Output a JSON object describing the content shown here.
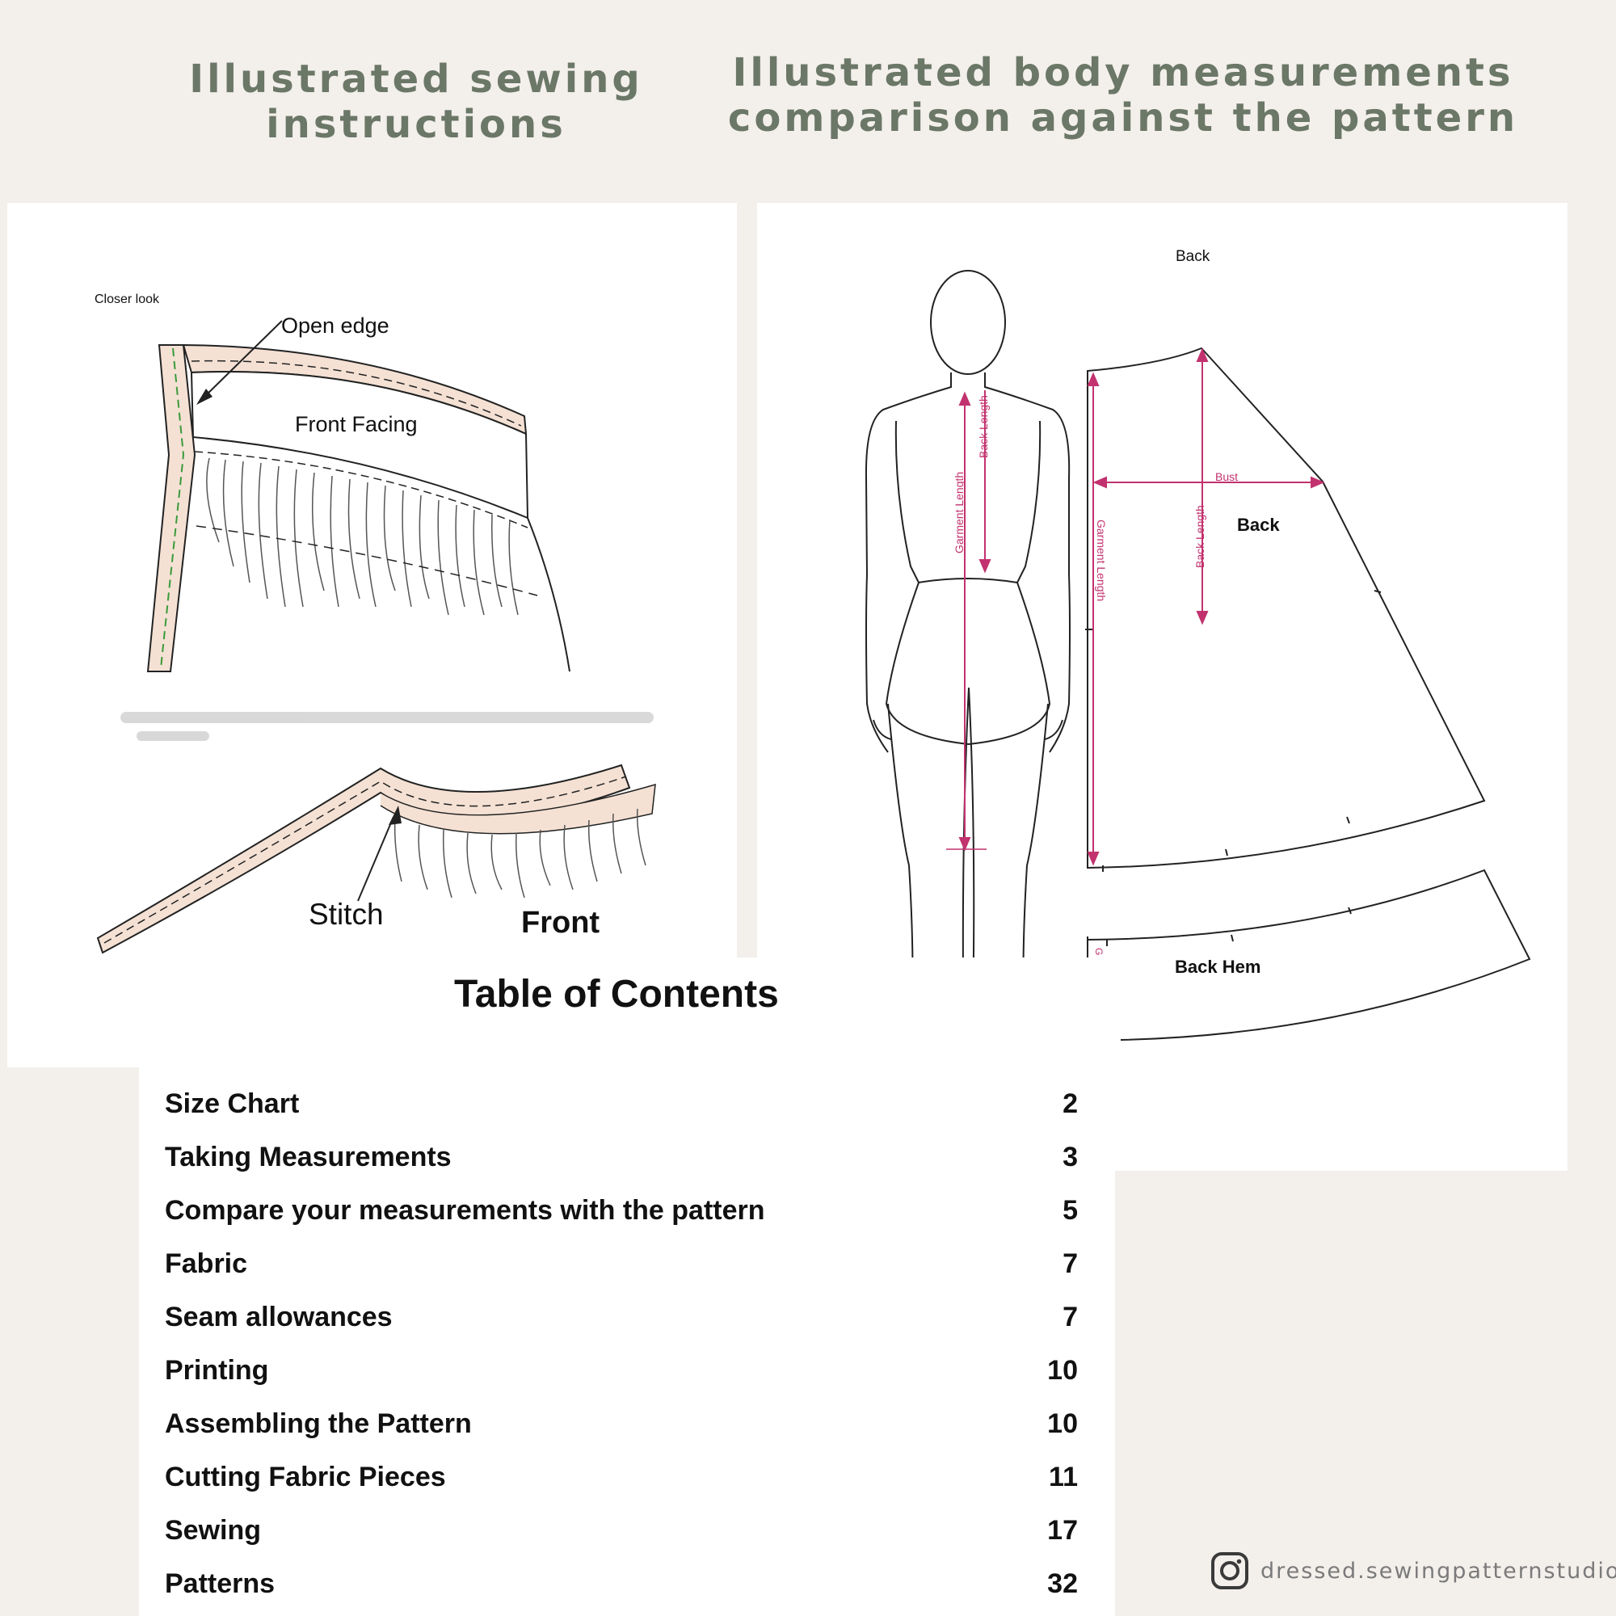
{
  "headings": {
    "left": [
      "Illustrated sewing",
      "instructions"
    ],
    "right": [
      "Illustrated body measurements",
      "comparison against the pattern"
    ]
  },
  "sewing": {
    "closer_look": "Closer look",
    "open_edge": "Open edge",
    "front_facing": "Front Facing",
    "stitch": "Stitch",
    "front": "Front"
  },
  "measurements": {
    "back_title": "Back",
    "back_label": "Back",
    "back_hem": "Back Hem",
    "bust": "Bust",
    "back_length": "Back Length",
    "garment_length": "Garment Length",
    "hem_g": "G",
    "accent_color": "#c2326e"
  },
  "toc": {
    "title": "Table of Contents",
    "items": [
      {
        "label": "Size Chart",
        "page": "2"
      },
      {
        "label": "Taking Measurements",
        "page": "3"
      },
      {
        "label": "Compare your measurements with the pattern",
        "page": "5"
      },
      {
        "label": "Fabric",
        "page": "7"
      },
      {
        "label": "Seam allowances",
        "page": "7"
      },
      {
        "label": "Printing",
        "page": "10"
      },
      {
        "label": "Assembling the Pattern",
        "page": "10"
      },
      {
        "label": "Cutting Fabric Pieces",
        "page": "11"
      },
      {
        "label": "Sewing",
        "page": "17"
      },
      {
        "label": "Patterns",
        "page": "32"
      }
    ]
  },
  "footer": {
    "icon": "instagram-icon",
    "handle": "dressed.sewingpatternstudio"
  },
  "colors": {
    "background": "#f3efeb",
    "heading": "#6b7767",
    "facing_fill": "#f4e1d4"
  }
}
